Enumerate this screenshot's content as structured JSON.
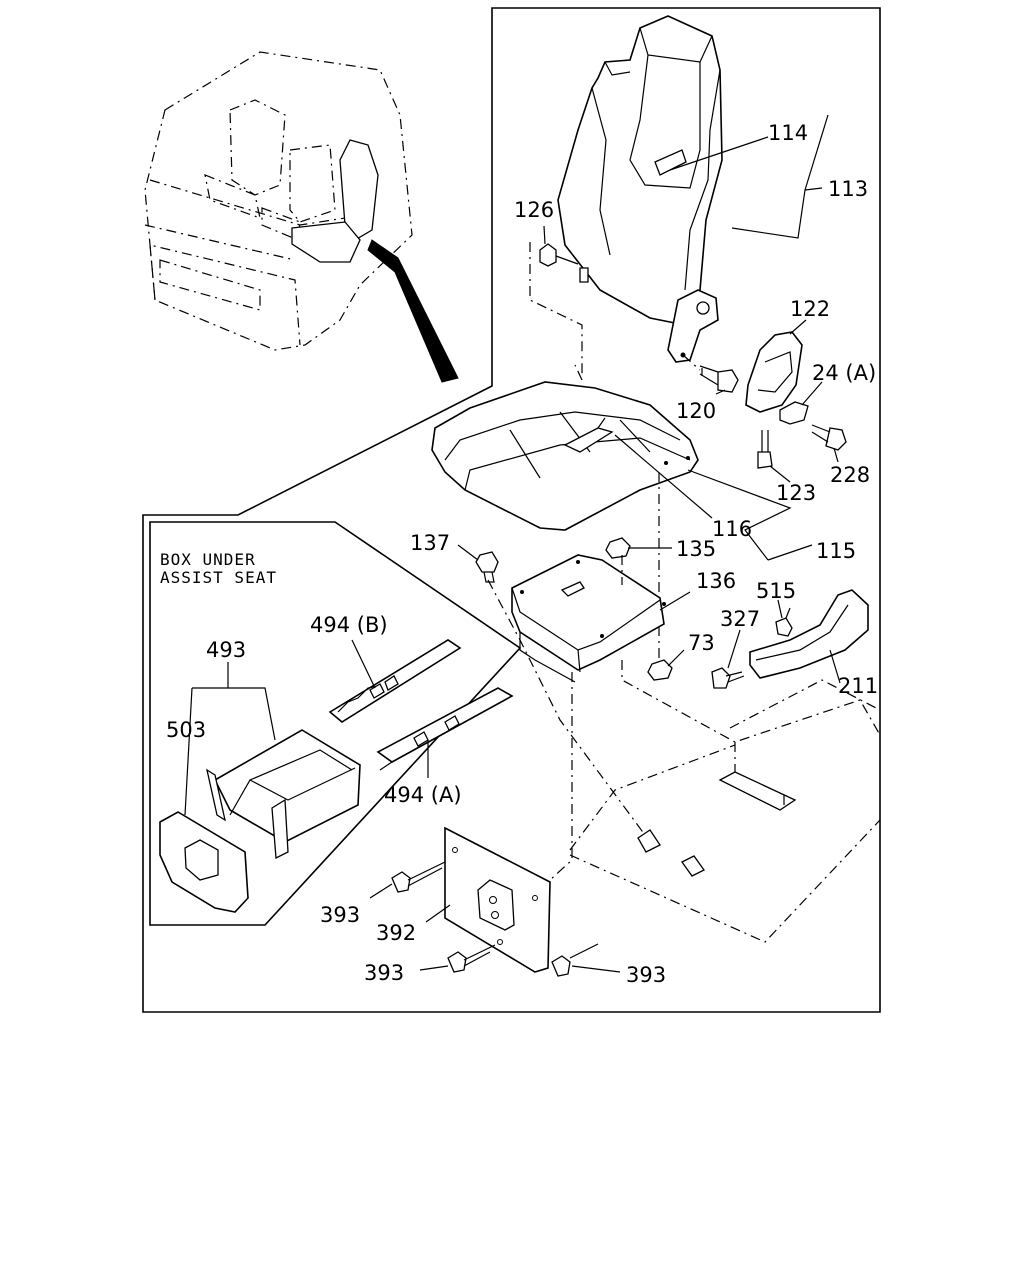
{
  "inset": {
    "header_line1": "BOX UNDER",
    "header_line2": "ASSIST SEAT"
  },
  "labels": {
    "l113": "113",
    "l114": "114",
    "l126": "126",
    "l122": "122",
    "l24a": "24 (A)",
    "l120": "120",
    "l228": "228",
    "l123": "123",
    "l116": "116",
    "l115": "115",
    "l137": "137",
    "l135": "135",
    "l136": "136",
    "l515": "515",
    "l327": "327",
    "l73": "73",
    "l211": "211",
    "l494b": "494 (B)",
    "l493": "493",
    "l503": "503",
    "l494a": "494 (A)",
    "l393a": "393",
    "l392": "392",
    "l393b": "393",
    "l393c": "393"
  }
}
